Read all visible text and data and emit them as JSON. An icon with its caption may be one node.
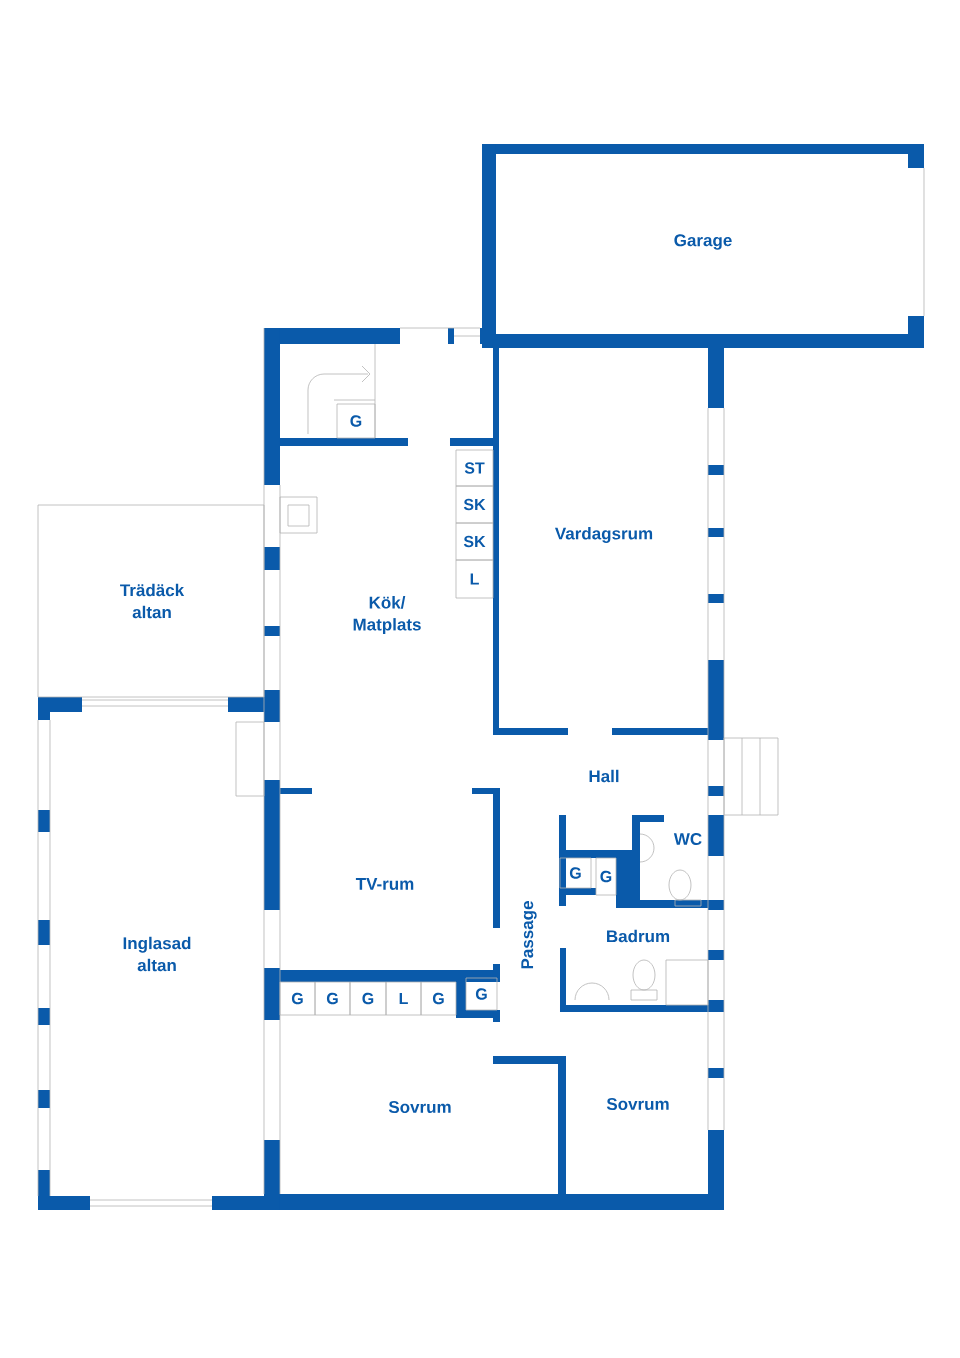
{
  "diagram": {
    "labels": [
      "Garage",
      "G",
      "ST",
      "SK",
      "SK",
      "L",
      "Vardagsrum",
      "Trädäck altan",
      "Kök/ Matplats",
      "Hall",
      "WC",
      "G",
      "G",
      "TV-rum",
      "Badrum",
      "Inglasad altan",
      "Passage",
      "G",
      "G",
      "G",
      "L",
      "G",
      "G",
      "Sovrum",
      "Sovrum"
    ]
  }
}
